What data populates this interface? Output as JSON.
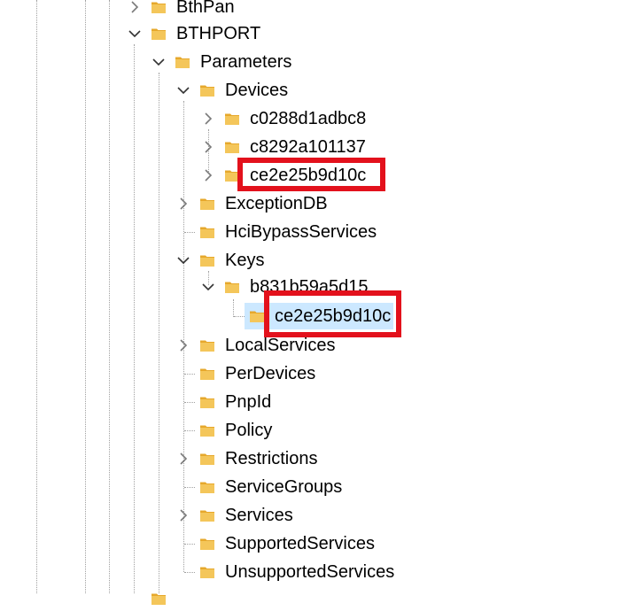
{
  "colors": {
    "folder": "#f4c65a",
    "folder_dark": "#e6a82c",
    "selection": "#cce8ff",
    "callout": "#e3111c"
  },
  "tree": {
    "rows": [
      {
        "label": "BthPan",
        "expander": "collapsed"
      },
      {
        "label": "BTHPORT",
        "expander": "expanded"
      },
      {
        "label": "Parameters",
        "expander": "expanded"
      },
      {
        "label": "Devices",
        "expander": "expanded"
      },
      {
        "label": "c0288d1adbc8",
        "expander": "collapsed"
      },
      {
        "label": "c8292a101137",
        "expander": "collapsed"
      },
      {
        "label": "ce2e25b9d10c",
        "expander": "collapsed"
      },
      {
        "label": "ExceptionDB",
        "expander": "collapsed"
      },
      {
        "label": "HciBypassServices",
        "expander": "none"
      },
      {
        "label": "Keys",
        "expander": "expanded"
      },
      {
        "label": "b831b59a5d15",
        "expander": "expanded"
      },
      {
        "label": "ce2e25b9d10c",
        "expander": "none",
        "selected": true
      },
      {
        "label": "LocalServices",
        "expander": "collapsed"
      },
      {
        "label": "PerDevices",
        "expander": "none"
      },
      {
        "label": "PnpId",
        "expander": "none"
      },
      {
        "label": "Policy",
        "expander": "none"
      },
      {
        "label": "Restrictions",
        "expander": "collapsed"
      },
      {
        "label": "ServiceGroups",
        "expander": "none"
      },
      {
        "label": "Services",
        "expander": "collapsed"
      },
      {
        "label": "SupportedServices",
        "expander": "none"
      },
      {
        "label": "UnsupportedServices",
        "expander": "none"
      }
    ]
  },
  "icons": {
    "expander_collapsed": "chevron-right-icon",
    "expander_expanded": "chevron-down-icon",
    "node": "folder-icon"
  }
}
